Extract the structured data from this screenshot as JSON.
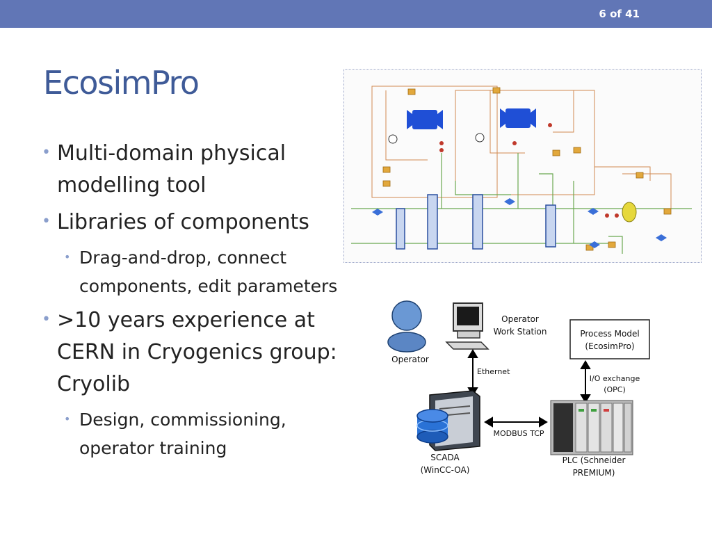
{
  "header": {
    "page_number": "6 of 41",
    "bar_color": "#6176b6"
  },
  "slide": {
    "title": "EcosimPro",
    "bullets": [
      {
        "text": "Multi-domain physical modelling tool",
        "sub": []
      },
      {
        "text": "Libraries of components",
        "sub": [
          "Drag-and-drop, connect components, edit parameters"
        ]
      },
      {
        "text": ">10 years experience at CERN in Cryogenics group: Cryolib",
        "sub": [
          "Design, commissioning, operator training"
        ]
      }
    ]
  },
  "architecture": {
    "operator": "Operator",
    "workstation": [
      "Operator",
      "Work Station"
    ],
    "ethernet": "Ethernet",
    "process_model": [
      "Process Model",
      "(EcosimPro)"
    ],
    "io_exchange": [
      "I/O exchange",
      "(OPC)"
    ],
    "modbus": "MODBUS TCP",
    "scada": [
      "SCADA",
      "(WinCC-OA)"
    ],
    "plc": [
      "PLC (Schneider",
      "PREMIUM)"
    ]
  }
}
